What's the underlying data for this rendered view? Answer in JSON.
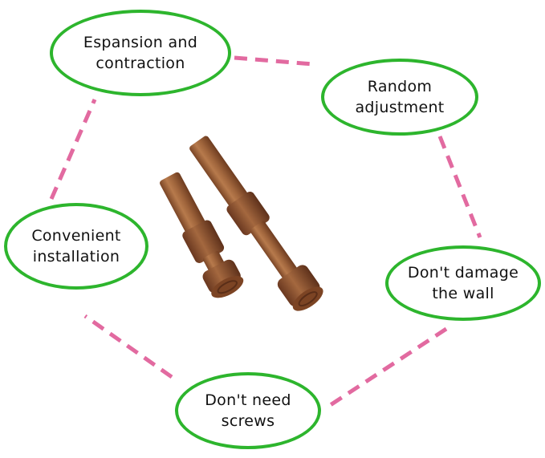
{
  "colors": {
    "bubble_border": "#2db52d",
    "connector": "#e26aa0",
    "rod_wood": "#a56a43",
    "rod_cap": "#8a4f2b"
  },
  "diagram": {
    "features": [
      {
        "id": "expansion",
        "label": "Espansion and\ncontraction"
      },
      {
        "id": "random",
        "label": "Random\nadjustment"
      },
      {
        "id": "wall",
        "label": "Don't damage\nthe wall"
      },
      {
        "id": "screws",
        "label": "Don't need\nscrews"
      },
      {
        "id": "install",
        "label": "Convenient\ninstallation"
      }
    ],
    "connections": [
      [
        "expansion",
        "random"
      ],
      [
        "random",
        "wall"
      ],
      [
        "wall",
        "screws"
      ],
      [
        "screws",
        "install"
      ],
      [
        "install",
        "expansion"
      ]
    ]
  }
}
